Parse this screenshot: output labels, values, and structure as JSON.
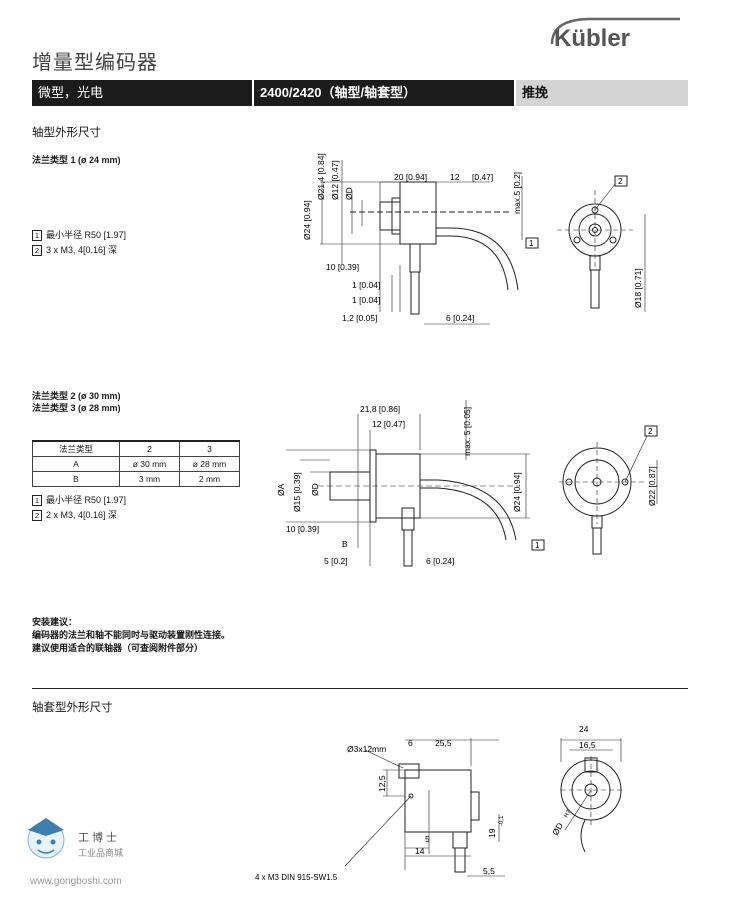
{
  "header": {
    "title": "增量型编码器",
    "logo_text": "Kübler",
    "bar": [
      "微型，光电",
      "2400/2420（轴型/轴套型）",
      "推挽"
    ]
  },
  "shaft_section": {
    "heading": "轴型外形尺寸",
    "flange1": {
      "label": "法兰类型 1 (ø 24 mm)",
      "notes": [
        {
          "num": "1",
          "text": "最小半径 R50 [1.97]"
        },
        {
          "num": "2",
          "text": "3 x M3, 4[0.16] 深"
        }
      ],
      "dims": {
        "d214": "Ø21,4 [0.84]",
        "d12": "Ø12 [0.47]",
        "dD": "ØD",
        "d24": "Ø24 [0.94]",
        "l20": "20 [0.94]",
        "l12": "12",
        "l12b": "[0.47]",
        "max52": "max.5 [0.2]",
        "l10": "10 [0.39]",
        "l1a": "1 [0.04]",
        "l1b": "1 [0.04]",
        "l12c": "1,2 [0.05]",
        "l6": "6 [0.24]",
        "d18": "Ø18 [0.71]",
        "call1": "1",
        "call2": "2"
      }
    },
    "flange23": {
      "label1": "法兰类型 2 (ø 30 mm)",
      "label2": "法兰类型 3 (ø 28 mm)",
      "table": {
        "header": [
          "法兰类型",
          "2",
          "3"
        ],
        "rows": [
          [
            "A",
            "ø 30 mm",
            "ø 28 mm"
          ],
          [
            "B",
            "3 mm",
            "2 mm"
          ]
        ]
      },
      "notes": [
        {
          "num": "1",
          "text": "最小半径 R50 [1.97]"
        },
        {
          "num": "2",
          "text": "2 x M3, 4[0.16] 深"
        }
      ],
      "dims": {
        "l218": "21,8 [0.86]",
        "l12": "12 [0.47]",
        "max5": "max. 5 [0.05]",
        "dA": "ØA",
        "d15": "Ø15 [0.39]",
        "dD": "ØD",
        "d24": "Ø24 [0.94]",
        "l10": "10 [0.39]",
        "B": "B",
        "l5": "5 [0.2]",
        "l6": "6 [0.24]",
        "d22": "Ø22 [0.87]",
        "call1": "1",
        "call2": "2"
      }
    },
    "install": {
      "title": "安装建议：",
      "lines": [
        "编码器的法兰和轴不能同时与驱动装置刚性连接。",
        "建议使用适合的联轴器（可查阅附件部分）"
      ]
    }
  },
  "hollow_section": {
    "heading": "轴套型外形尺寸",
    "dims": {
      "d3x12": "Ø3x12mm",
      "l6": "6",
      "l255": "25,5",
      "l125": "12,5",
      "l5": "5",
      "l14": "14",
      "l19": "19",
      "l19tol": "-0,1",
      "l55": "5,5",
      "l24": "24",
      "l165": "16,5",
      "dD": "ØD",
      "dDtol": "H7",
      "screws": "4 x M3 DIN 915-SW1.5"
    }
  },
  "watermark": {
    "brand": "工博士",
    "sub": "工业品商城",
    "url": "www.gongboshi.com"
  }
}
